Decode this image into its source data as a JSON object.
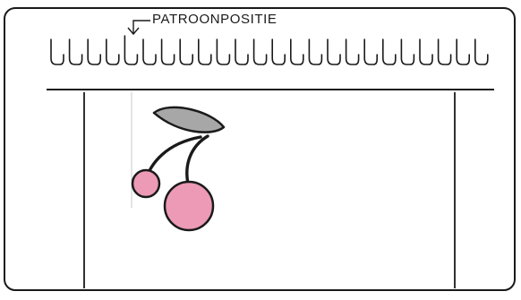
{
  "label": {
    "text": "PATROONPOSITIE"
  },
  "needles": {
    "count": 24,
    "marked_index": 4
  },
  "colors": {
    "ink": "#1a1a1a",
    "card": "#ffffff",
    "leaf": "#a7a7a7",
    "cherry": "#ec9ab5",
    "guide_line": "#c8c8c8"
  }
}
